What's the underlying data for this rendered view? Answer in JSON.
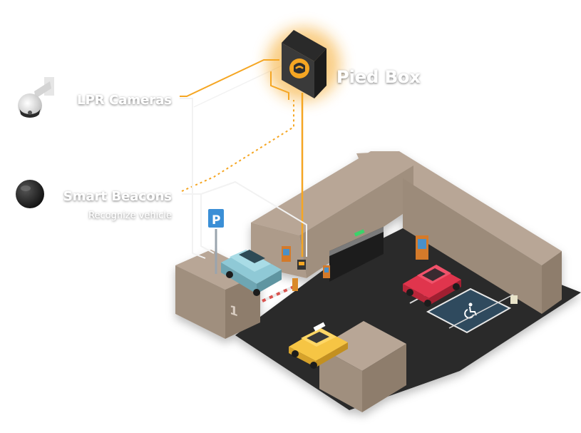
{
  "labels": {
    "pied_box": "Pied Box",
    "lpr_cameras": "LPR Cameras",
    "smart_beacons": "Smart Beacons",
    "recognize_vehicle": "Recognize vehicle",
    "entrance_number": "1"
  },
  "colors": {
    "accent": "#f5a623",
    "wall": "#b5a392",
    "wall_dark": "#8e7d6c",
    "wall_side": "#a08f7e",
    "floor": "#2b2b2b",
    "accessible_bay": "#2f4a5e",
    "car_red": "#e0354d",
    "car_blue": "#8fc9d6",
    "taxi": "#f6c544",
    "sign_blue": "#3b8fd6",
    "callout_line": "#f0f0f0"
  },
  "icons": {
    "pied_box": "pied-box-logo-icon",
    "camera": "dome-camera-icon",
    "beacon": "beacon-icon",
    "parking_sign": "parking-sign-icon",
    "accessible": "wheelchair-icon"
  }
}
